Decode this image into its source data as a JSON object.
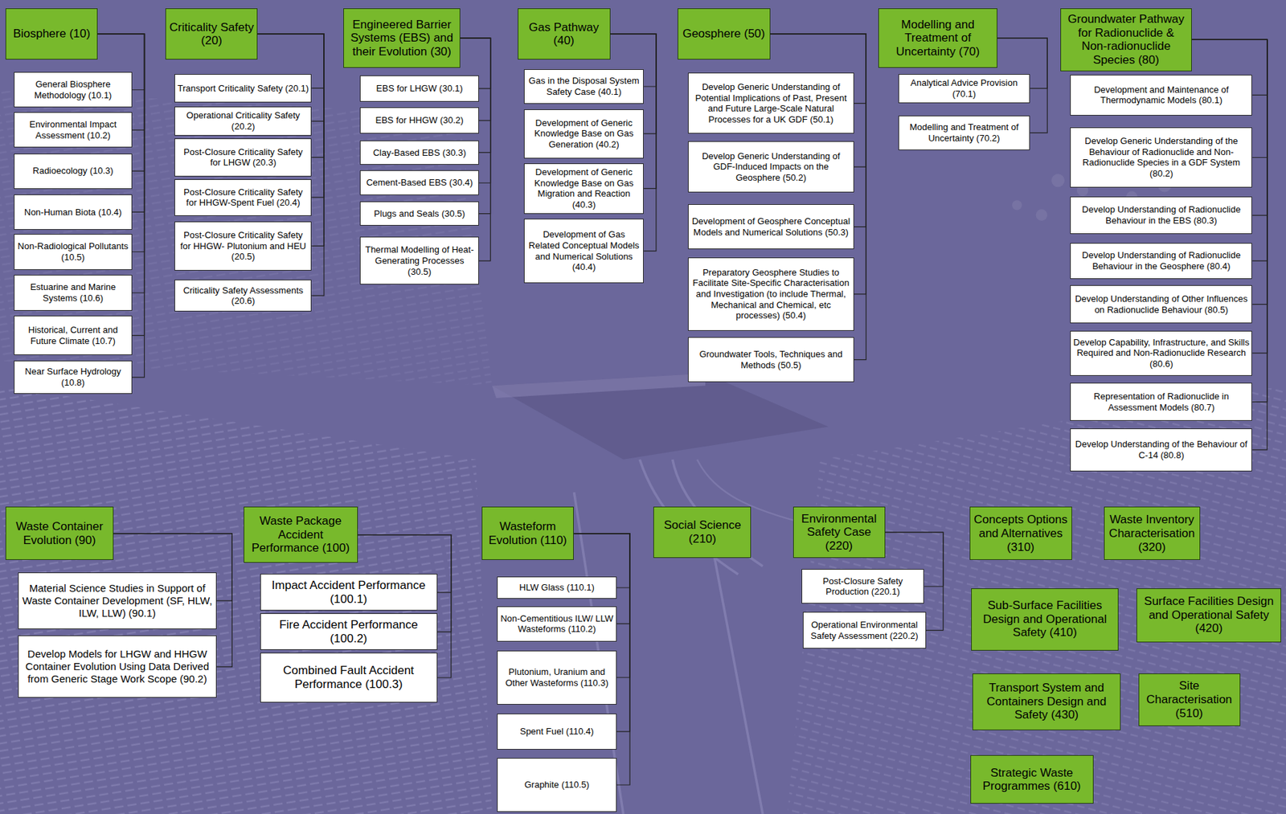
{
  "diagram": {
    "nodes": [
      {
        "text": [
          "Biosphere (10)"
        ]
      },
      {
        "text": [
          "General Biosphere Methodology (10.1)"
        ]
      },
      {
        "text": [
          "Environmental Impact Assessment (10.2)"
        ]
      },
      {
        "text": [
          "Radioecology (10.3)"
        ]
      },
      {
        "text": [
          "Non-Human Biota (10.4)"
        ]
      },
      {
        "text": [
          "Non-Radiological Pollutants (10.5)"
        ]
      },
      {
        "text": [
          "Estuarine and Marine Systems (10.6)"
        ]
      },
      {
        "text": [
          "Historical, Current and Future Climate (10.7)"
        ]
      },
      {
        "text": [
          "Near Surface Hydrology (10.8)"
        ]
      },
      {
        "text": [
          "Criticality Safety (20)"
        ]
      },
      {
        "text": [
          "Transport Criticality Safety (20.1)"
        ]
      },
      {
        "text": [
          "Operational Criticality Safety (20.2)"
        ]
      },
      {
        "text": [
          "Post-Closure Criticality Safety for LHGW (20.3)"
        ]
      },
      {
        "text": [
          "Post-Closure Criticality Safety for HHGW-Spent Fuel (20.4)"
        ]
      },
      {
        "text": [
          "Post-Closure Criticality Safety for HHGW- Plutonium and HEU (20.5)"
        ]
      },
      {
        "text": [
          "Criticality Safety Assessments (20.6)"
        ]
      },
      {
        "text": [
          "Engineered Barrier Systems (EBS) and their Evolution (30)"
        ]
      },
      {
        "text": [
          "EBS for LHGW (30.1)"
        ]
      },
      {
        "text": [
          "EBS for HHGW (30.2)"
        ]
      },
      {
        "text": [
          "Clay-Based EBS (30.3)"
        ]
      },
      {
        "text": [
          "Cement-Based EBS (30.4)"
        ]
      },
      {
        "text": [
          "Plugs and Seals (30.5)"
        ]
      },
      {
        "text": [
          "Thermal Modelling of Heat-Generating Processes (30.5)"
        ]
      },
      {
        "text": [
          "Gas Pathway (40)"
        ]
      },
      {
        "text": [
          "Gas in the Disposal System Safety Case (40.1)"
        ]
      },
      {
        "text": [
          "Development of Generic Knowledge Base on Gas Generation (40.2)"
        ]
      },
      {
        "text": [
          "Development of Generic Knowledge Base on Gas Migration and Reaction (40.3)"
        ]
      },
      {
        "text": [
          "Development of Gas Related Conceptual Models and Numerical Solutions (40.4)"
        ]
      },
      {
        "text": [
          "Geosphere (50)"
        ]
      },
      {
        "text": [
          "Develop Generic Understanding of Potential Implications of Past, Present and Future Large-Scale Natural Processes for a UK GDF (50.1)"
        ]
      },
      {
        "text": [
          "Develop Generic Understanding of GDF-Induced Impacts on the Geosphere (50.2)"
        ]
      },
      {
        "text": [
          "Development of Geosphere Conceptual Models and Numerical Solutions (50.3)"
        ]
      },
      {
        "text": [
          "Preparatory Geosphere Studies to Facilitate Site-Specific Characterisation and Investigation (to include Thermal, Mechanical and Chemical, etc processes) (50.4)"
        ]
      },
      {
        "text": [
          "Groundwater Tools, Techniques and Methods (50.5)"
        ]
      },
      {
        "text": [
          "Modelling and Treatment of Uncertainty (70)"
        ]
      },
      {
        "text": [
          "Analytical Advice Provision (70.1)"
        ]
      },
      {
        "text": [
          "Modelling and Treatment of Uncertainty (70.2)"
        ]
      },
      {
        "text": [
          "Groundwater Pathway for Radionuclide & Non-radionuclide Species (80)"
        ]
      },
      {
        "text": [
          "Development and Maintenance of Thermodynamic Models (80.1)"
        ]
      },
      {
        "text": [
          "Develop Generic Understanding of the Behaviour of Radionuclide and Non-Radionuclide Species in a GDF System (80.2)"
        ]
      },
      {
        "text": [
          "Develop Understanding of Radionuclide Behaviour in the EBS (80.3)"
        ]
      },
      {
        "text": [
          "Develop Understanding of Radionuclide Behaviour in the Geosphere (80.4)"
        ]
      },
      {
        "text": [
          "Develop Understanding of Other Influences on Radionuclide Behaviour (80.5)"
        ]
      },
      {
        "text": [
          "Develop Capability, Infrastructure, and Skills Required and Non-Radionuclide Research (80.6)"
        ]
      },
      {
        "text": [
          "Representation of Radionuclide in Assessment Models (80.7)"
        ]
      },
      {
        "text": [
          "Develop Understanding of the Behaviour of C-14 (80.8)"
        ]
      },
      {
        "text": [
          "Waste Container Evolution (90)"
        ]
      },
      {
        "text": [
          "Material Science Studies in Support of Waste Container Development (SF, HLW, ILW, LLW) (90.1)"
        ]
      },
      {
        "text": [
          "Develop Models for LHGW and HHGW Container Evolution Using Data Derived from Generic Stage Work Scope (90.2)"
        ]
      },
      {
        "text": [
          "Waste Package Accident Performance (100)"
        ]
      },
      {
        "text": [
          "Impact Accident Performance (100.1)"
        ]
      },
      {
        "text": [
          "Fire Accident Performance (100.2)"
        ]
      },
      {
        "text": [
          "Combined Fault Accident Performance (100.3)"
        ]
      },
      {
        "text": [
          "Wasteform Evolution (110)"
        ]
      },
      {
        "text": [
          "HLW Glass (110.1)"
        ]
      },
      {
        "text": [
          "Non-Cementitious ILW/ LLW Wasteforms (110.2)"
        ]
      },
      {
        "text": [
          "Plutonium, Uranium and Other Wasteforms (110.3)"
        ]
      },
      {
        "text": [
          "Spent Fuel (110.4)"
        ]
      },
      {
        "text": [
          "Graphite (110.5)"
        ]
      },
      {
        "text": [
          "Social Science (210)"
        ]
      },
      {
        "text": [
          "Environmental Safety Case (220)"
        ]
      },
      {
        "text": [
          "Post-Closure Safety Production (220.1)"
        ]
      },
      {
        "text": [
          "Operational Environmental Safety Assessment (220.2)"
        ]
      },
      {
        "text": [
          "Concepts Options and Alternatives (310)"
        ]
      },
      {
        "text": [
          "Waste Inventory Characterisation (320)"
        ]
      },
      {
        "text": [
          "Sub-Surface Facilities Design and Operational Safety (410)"
        ]
      },
      {
        "text": [
          "Surface Facilities Design and Operational Safety (420)"
        ]
      },
      {
        "text": [
          "Transport System and Containers Design and Safety (430)"
        ]
      },
      {
        "text": [
          "Site Characterisation (510)"
        ]
      },
      {
        "text": [
          "Strategic Waste Programmes (610)"
        ]
      }
    ],
    "edges": [
      {
        "from": 0,
        "to": 1,
        "arrow": "none"
      },
      {
        "from": 0,
        "to": 2,
        "arrow": "none"
      },
      {
        "from": 0,
        "to": 3,
        "arrow": "none"
      },
      {
        "from": 0,
        "to": 4,
        "arrow": "none"
      },
      {
        "from": 0,
        "to": 5,
        "arrow": "none"
      },
      {
        "from": 0,
        "to": 6,
        "arrow": "none"
      },
      {
        "from": 0,
        "to": 7,
        "arrow": "none"
      },
      {
        "from": 0,
        "to": 8,
        "arrow": "none"
      },
      {
        "from": 9,
        "to": 10,
        "arrow": "none"
      },
      {
        "from": 9,
        "to": 11,
        "arrow": "none"
      },
      {
        "from": 9,
        "to": 12,
        "arrow": "none"
      },
      {
        "from": 9,
        "to": 13,
        "arrow": "none"
      },
      {
        "from": 9,
        "to": 14,
        "arrow": "none"
      },
      {
        "from": 9,
        "to": 15,
        "arrow": "none"
      },
      {
        "from": 16,
        "to": 17,
        "arrow": "none"
      },
      {
        "from": 16,
        "to": 18,
        "arrow": "none"
      },
      {
        "from": 16,
        "to": 19,
        "arrow": "none"
      },
      {
        "from": 16,
        "to": 20,
        "arrow": "none"
      },
      {
        "from": 16,
        "to": 21,
        "arrow": "none"
      },
      {
        "from": 16,
        "to": 22,
        "arrow": "none"
      },
      {
        "from": 23,
        "to": 24,
        "arrow": "none"
      },
      {
        "from": 23,
        "to": 25,
        "arrow": "none"
      },
      {
        "from": 23,
        "to": 26,
        "arrow": "none"
      },
      {
        "from": 23,
        "to": 27,
        "arrow": "none"
      },
      {
        "from": 28,
        "to": 29,
        "arrow": "none"
      },
      {
        "from": 28,
        "to": 30,
        "arrow": "none"
      },
      {
        "from": 28,
        "to": 31,
        "arrow": "none"
      },
      {
        "from": 28,
        "to": 32,
        "arrow": "none"
      },
      {
        "from": 28,
        "to": 33,
        "arrow": "none"
      },
      {
        "from": 34,
        "to": 35,
        "arrow": "none"
      },
      {
        "from": 34,
        "to": 36,
        "arrow": "none"
      },
      {
        "from": 37,
        "to": 38,
        "arrow": "none"
      },
      {
        "from": 37,
        "to": 39,
        "arrow": "none"
      },
      {
        "from": 37,
        "to": 40,
        "arrow": "none"
      },
      {
        "from": 37,
        "to": 41,
        "arrow": "none"
      },
      {
        "from": 37,
        "to": 42,
        "arrow": "none"
      },
      {
        "from": 37,
        "to": 43,
        "arrow": "none"
      },
      {
        "from": 37,
        "to": 44,
        "arrow": "none"
      },
      {
        "from": 37,
        "to": 45,
        "arrow": "none"
      },
      {
        "from": 46,
        "to": 47,
        "arrow": "none"
      },
      {
        "from": 46,
        "to": 48,
        "arrow": "none"
      },
      {
        "from": 49,
        "to": 50,
        "arrow": "none"
      },
      {
        "from": 49,
        "to": 51,
        "arrow": "none"
      },
      {
        "from": 49,
        "to": 52,
        "arrow": "none"
      },
      {
        "from": 53,
        "to": 54,
        "arrow": "none"
      },
      {
        "from": 53,
        "to": 55,
        "arrow": "none"
      },
      {
        "from": 53,
        "to": 56,
        "arrow": "none"
      },
      {
        "from": 53,
        "to": 57,
        "arrow": "none"
      },
      {
        "from": 53,
        "to": 58,
        "arrow": "none"
      },
      {
        "from": 60,
        "to": 61,
        "arrow": "none"
      },
      {
        "from": 60,
        "to": 62,
        "arrow": "none"
      }
    ]
  }
}
